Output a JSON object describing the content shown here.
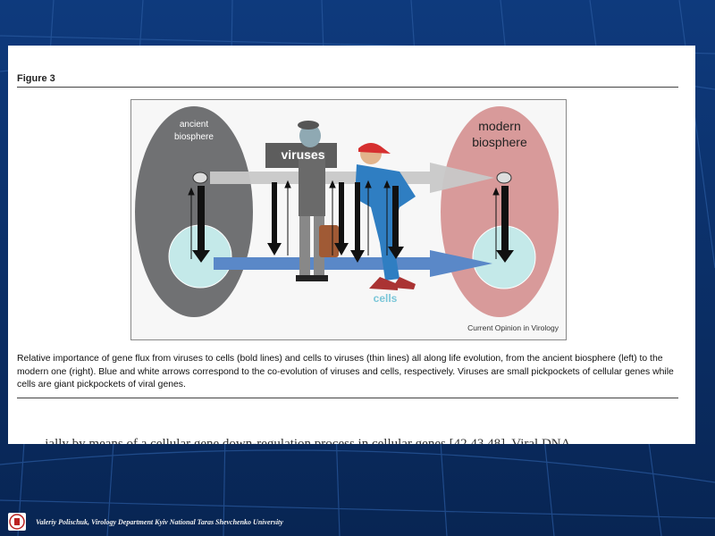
{
  "figure": {
    "label": "Figure 3",
    "ancient_label_line1": "ancient",
    "ancient_label_line2": "biosphere",
    "modern_label_line1": "modern",
    "modern_label_line2": "biosphere",
    "viruses_label": "viruses",
    "cells_label": "cells",
    "credit": "Current Opinion in Virology",
    "caption": "Relative importance of gene flux from viruses to cells (bold lines) and cells to viruses (thin lines) all along life evolution, from the ancient biosphere (left) to the modern one (right). Blue and white arrows correspond to the co-evolution of viruses and cells, respectively. Viruses are small pickpockets of cellular genes while cells are giant pickpockets of viral genes."
  },
  "body_text_cut": "...ially by means of a cellular gene down-regulation process in cellular genes [42,43,48]. Viral DNA...",
  "footer": {
    "credit": "Valeriy Polischuk, Virology Department Kyiv National Taras Shevchenko University"
  },
  "colors": {
    "background": "#0b2d64",
    "ancient_oval": "#707173",
    "modern_oval": "#d89a9a",
    "cell_circle": "#c4e9e9",
    "cells_arrow": "#5a88c8",
    "viruses_arrow": "#c8c8c8"
  }
}
